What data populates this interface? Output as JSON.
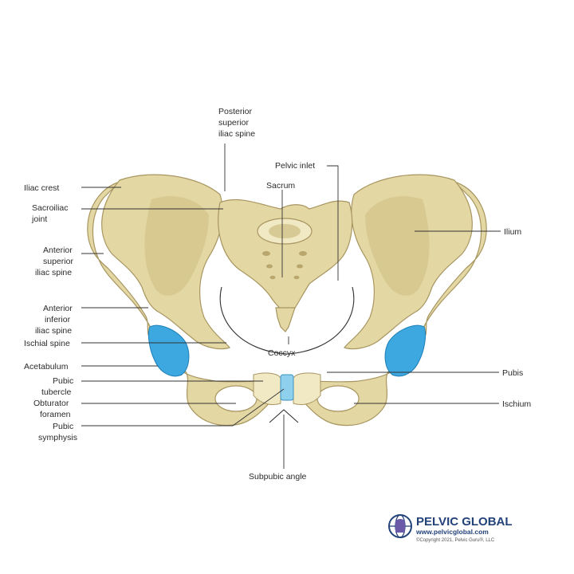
{
  "labels": {
    "posterior_superior_iliac_spine": [
      "Posterior",
      "superior",
      "iliac spine"
    ],
    "pelvic_inlet": "Pelvic inlet",
    "sacrum": "Sacrum",
    "iliac_crest": "Iliac crest",
    "sacroiliac_joint": [
      "Sacroiliac",
      "joint"
    ],
    "ilium": "Ilium",
    "anterior_superior_iliac_spine": [
      "Anterior",
      "superior",
      "iliac spine"
    ],
    "anterior_inferior_iliac_spine": [
      "Anterior",
      "inferior",
      "iliac spine"
    ],
    "ischial_spine": "Ischial spine",
    "coccyx": "Coccyx",
    "acetabulum": "Acetabulum",
    "pubis": "Pubis",
    "pubic_tubercle": [
      "Pubic",
      "tubercle"
    ],
    "obturator_foramen": [
      "Obturator",
      "foramen"
    ],
    "ischium": "Ischium",
    "pubic_symphysis": [
      "Pubic",
      "symphysis"
    ],
    "subpubic_angle": "Subpubic angle"
  },
  "logo": {
    "name": "PELVIC GLOBAL",
    "url": "www.pelvicglobal.com",
    "copyright": "©Copyright 2021, Pelvic Guru®, LLC"
  },
  "colors": {
    "bone": "#e3d7a4",
    "acetabulum": "#3ca8df",
    "brand": "#23427a"
  }
}
